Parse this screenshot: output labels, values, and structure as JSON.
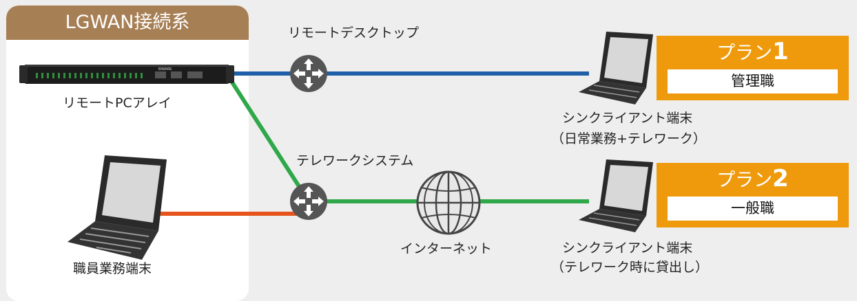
{
  "zone": {
    "title": "LGWAN接続系"
  },
  "nodes": {
    "remote_pc_array": "リモートPCアレイ",
    "staff_terminal": "職員業務端末",
    "remote_desktop": "リモートデスクトップ",
    "telework_system": "テレワークシステム",
    "internet": "インターネット",
    "thin_client_1_line1": "シンクライアント端末",
    "thin_client_1_line2": "（日常業務+テレワーク）",
    "thin_client_2_line1": "シンクライアント端末",
    "thin_client_2_line2": "（テレワーク時に貸出し）",
    "server_brand": "BIWARE"
  },
  "plans": [
    {
      "prefix": "プラン",
      "number": "1",
      "role": "管理職"
    },
    {
      "prefix": "プラン",
      "number": "2",
      "role": "一般職"
    }
  ],
  "colors": {
    "zone_header": "#a77f55",
    "plan_orange": "#ef9a0c",
    "line_blue": "#1f5fa8",
    "line_green": "#2fa84a",
    "line_orange": "#e4541c",
    "router": "#555555"
  }
}
